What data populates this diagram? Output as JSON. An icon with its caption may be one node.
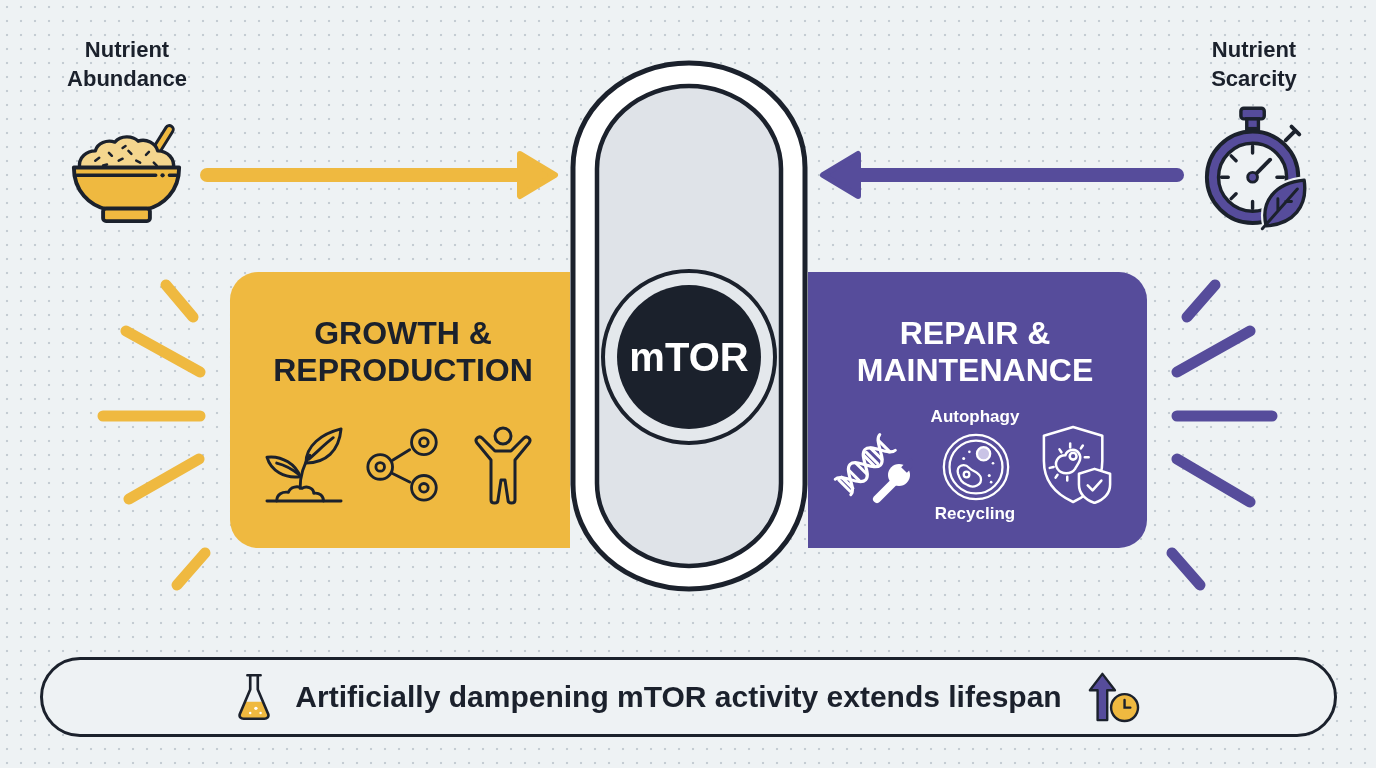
{
  "diagram": {
    "nodes": [
      {
        "text": [
          "Nutrient Abundance"
        ]
      },
      {
        "text": [
          "Nutrient Scarcity"
        ]
      },
      {
        "text": [],
        "shape": "pill"
      },
      {
        "text": [
          "mTOR"
        ],
        "in": 2
      },
      {
        "text": [
          "GROWTH & REPRODUCTION"
        ]
      },
      {
        "text": [
          "REPAIR & MAINTENANCE",
          "Autophagy",
          "Recycling"
        ]
      },
      {
        "text": [
          "Artificially dampening mTOR activity extends lifespan"
        ]
      }
    ],
    "edges": [
      {
        "from": 0,
        "to": 2,
        "arrow": "to",
        "color": "#efb940"
      },
      {
        "from": 1,
        "to": 2,
        "arrow": "to",
        "color": "#564c9b"
      }
    ]
  }
}
